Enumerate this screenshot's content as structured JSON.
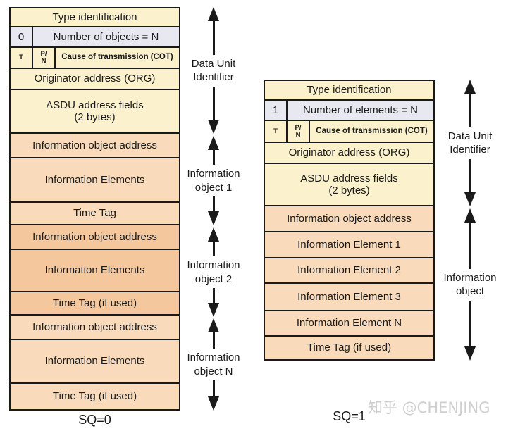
{
  "colors": {
    "cream": "#fbf1cd",
    "lavender": "#e8e8f1",
    "peach": "#f9dbbb",
    "orange": "#f5c79c",
    "border": "#1a1a1a",
    "watermark": "#cfcfcf"
  },
  "left_diagram": {
    "sq_label": "SQ=0",
    "table": {
      "type_id": "Type identification",
      "sq_bit": "0",
      "count_label": "Number of objects = N",
      "t_label": "T",
      "pn_top": "P/",
      "pn_bottom": "N",
      "cot_label": "Cause of transmission (COT)",
      "org_label": "Originator address (ORG)",
      "asdu_line1": "ASDU address fields",
      "asdu_line2": "(2 bytes)",
      "body_rows": [
        {
          "label": "Information object address"
        },
        {
          "label": "Information Elements"
        },
        {
          "label": "Time Tag"
        },
        {
          "label": "Information object address"
        },
        {
          "label": "Information Elements"
        },
        {
          "label": "Time Tag (if used)"
        },
        {
          "label": "Information object address"
        },
        {
          "label": "Information Elements"
        },
        {
          "label": "Time Tag (if used)"
        }
      ]
    },
    "arrows": [
      {
        "line1": "Data Unit",
        "line2": "Identifier"
      },
      {
        "line1": "Information",
        "line2": "object 1"
      },
      {
        "line1": "Information",
        "line2": "object 2"
      },
      {
        "line1": "Information",
        "line2": "object N"
      }
    ]
  },
  "right_diagram": {
    "sq_label": "SQ=1",
    "table": {
      "type_id": "Type identification",
      "sq_bit": "1",
      "count_label": "Number of elements = N",
      "t_label": "T",
      "pn_top": "P/",
      "pn_bottom": "N",
      "cot_label": "Cause of transmission (COT)",
      "org_label": "Originator address (ORG)",
      "asdu_line1": "ASDU address fields",
      "asdu_line2": "(2 bytes)",
      "body_rows": [
        {
          "label": "Information object address"
        },
        {
          "label": "Information Element 1"
        },
        {
          "label": "Information Element 2"
        },
        {
          "label": "Information Element 3"
        },
        {
          "label": "Information Element N"
        },
        {
          "label": "Time Tag (if used)"
        }
      ]
    },
    "arrows": [
      {
        "line1": "Data Unit",
        "line2": "Identifier"
      },
      {
        "line1": "Information",
        "line2": "object"
      }
    ]
  },
  "watermark": "知乎 @CHENJING"
}
